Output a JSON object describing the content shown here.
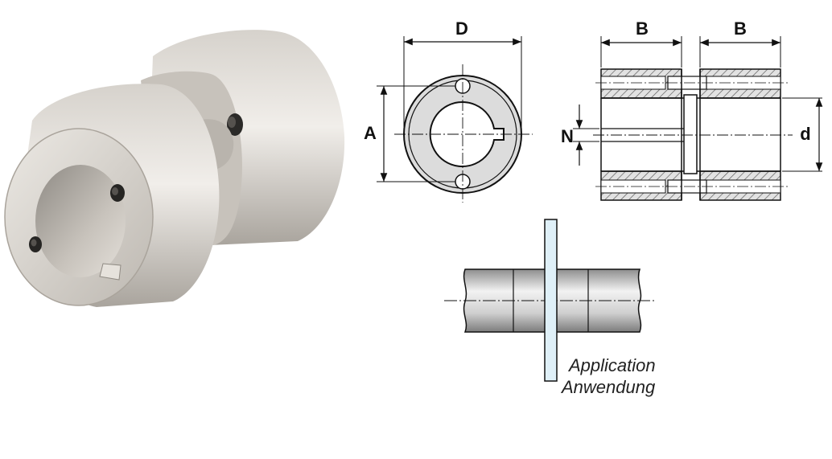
{
  "labels": {
    "D": "D",
    "A": "A",
    "B_left": "B",
    "B_right": "B",
    "N": "N",
    "d": "d",
    "application_en": "Application",
    "application_de": "Anwendung"
  },
  "colors": {
    "metal_light": "#e6e3df",
    "metal_mid": "#c9c4bd",
    "metal_dark": "#8f8a83",
    "ring_fill": "#dcdcdc",
    "hatch": "#555555",
    "shaft_light": "#eeeeee",
    "shaft_dark": "#9a9a9a",
    "plate_fill": "#dff0f8",
    "line": "#111111"
  }
}
